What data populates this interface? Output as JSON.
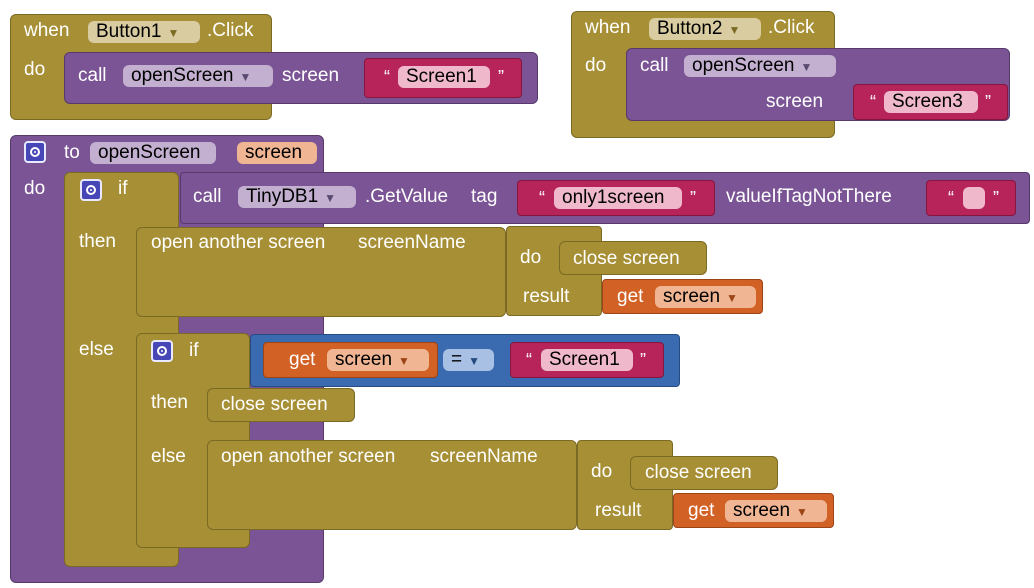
{
  "colors": {
    "control": "#a78f35",
    "procedure": "#7a5494",
    "text": "#b6245a",
    "variable": "#d26125",
    "logic": "#3a6ab0",
    "gear": "#4646b6"
  },
  "event1": {
    "when": "when",
    "component": "Button1",
    "event": ".Click",
    "do": "do",
    "call": "call",
    "proc": "openScreen",
    "param": "screen",
    "value": "Screen1"
  },
  "event2": {
    "when": "when",
    "component": "Button2",
    "event": ".Click",
    "do": "do",
    "call": "call",
    "proc": "openScreen",
    "param": "screen",
    "value": "Screen3"
  },
  "procedure": {
    "to": "to",
    "name": "openScreen",
    "param": "screen",
    "do": "do"
  },
  "outer_if": {
    "if": "if",
    "call": "call",
    "component": "TinyDB1",
    "method": ".GetValue",
    "tag_label": "tag",
    "tag_value": "only1screen",
    "default_label": "valueIfTagNotThere",
    "default_value": "",
    "then": "then",
    "else": "else"
  },
  "open1": {
    "label": "open another screen",
    "param": "screenName",
    "do": "do",
    "result": "result",
    "close": "close screen",
    "get": "get",
    "var": "screen"
  },
  "inner_if": {
    "if": "if",
    "get": "get",
    "var": "screen",
    "op": "=",
    "value": "Screen1",
    "then": "then",
    "then_close": "close screen",
    "else": "else"
  },
  "open2": {
    "label": "open another screen",
    "param": "screenName",
    "do": "do",
    "result": "result",
    "close": "close screen",
    "get": "get",
    "var": "screen"
  },
  "quote_open": "“",
  "quote_close": "”"
}
